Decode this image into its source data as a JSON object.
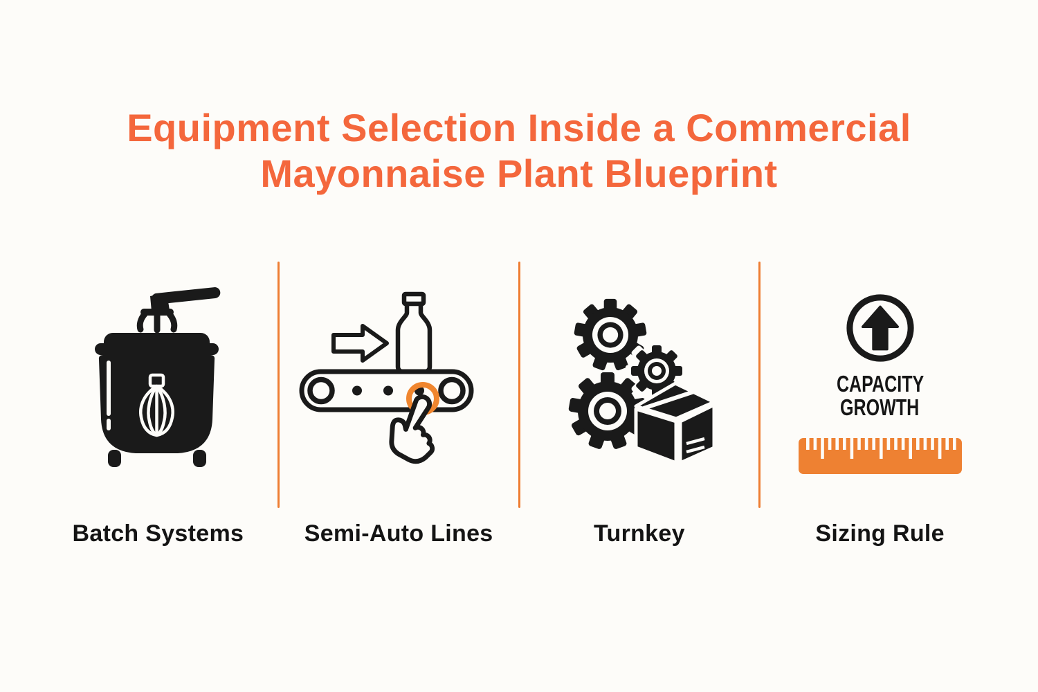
{
  "title": {
    "line1": "Equipment Selection Inside a Commercial",
    "line2": "Mayonnaise Plant Blueprint"
  },
  "colors": {
    "title_orange": "#F4673C",
    "divider_orange": "#EE7D32",
    "ruler_orange": "#EE8132",
    "tap_ring_orange": "#F0862F",
    "icon_black": "#1A1A1A",
    "label_black": "#141414",
    "background": "#FDFCF9"
  },
  "columns": [
    {
      "label": "Batch Systems",
      "icon": "batch-mixer-kettle-icon"
    },
    {
      "label": "Semi-Auto Lines",
      "icon": "conveyor-bottle-tap-icon"
    },
    {
      "label": "Turnkey",
      "icon": "gears-package-icon"
    },
    {
      "label": "Sizing Rule",
      "icon": "capacity-growth-ruler-icon",
      "badge": {
        "line1": "CAPACITY",
        "line2": "GROWTH"
      }
    }
  ]
}
